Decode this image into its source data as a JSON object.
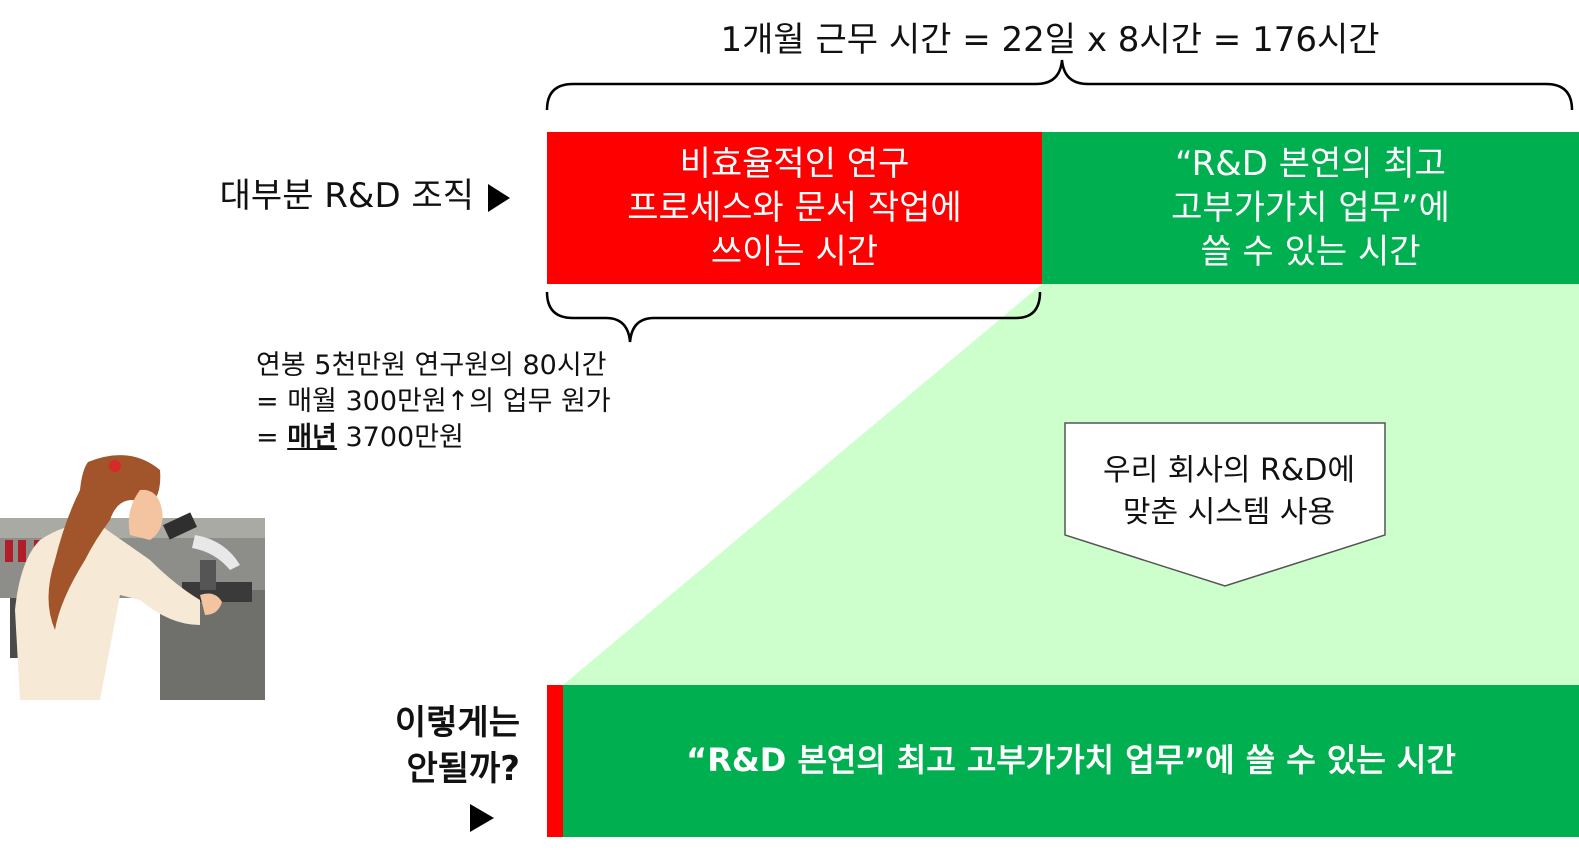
{
  "header": {
    "work_hours": "1개월 근무 시간 = 22일 x 8시간 = 176시간"
  },
  "rows": {
    "typical_label": "대부분 R&D 조직",
    "question_label": "이렇게는\n안될까?"
  },
  "blocks": {
    "inefficient": "비효율적인 연구\n프로세스와 문서 작업에\n쓰이는 시간",
    "value_top": "“R&D 본연의 최고\n고부가가치 업무”에\n쓸 수 있는 시간",
    "value_bottom": "“R&D 본연의 최고 고부가가치 업무”에 쓸 수 있는 시간"
  },
  "cost": {
    "line1": "연봉 5천만원 연구원의 80시간",
    "line2": "= 매월 300만원↑의 업무 원가",
    "line3_prefix": "= ",
    "line3_em": "매년",
    "line3_suffix": " 3700만원"
  },
  "callout": {
    "text": "우리 회사의 R&D에\n맞춘 시스템 사용"
  },
  "colors": {
    "red": "#ff0000",
    "green": "#00b050",
    "light_green": "#ccffcc"
  },
  "icons": {
    "pointer": "triangle-right-icon",
    "scientist": "scientist-microscope-illustration"
  }
}
